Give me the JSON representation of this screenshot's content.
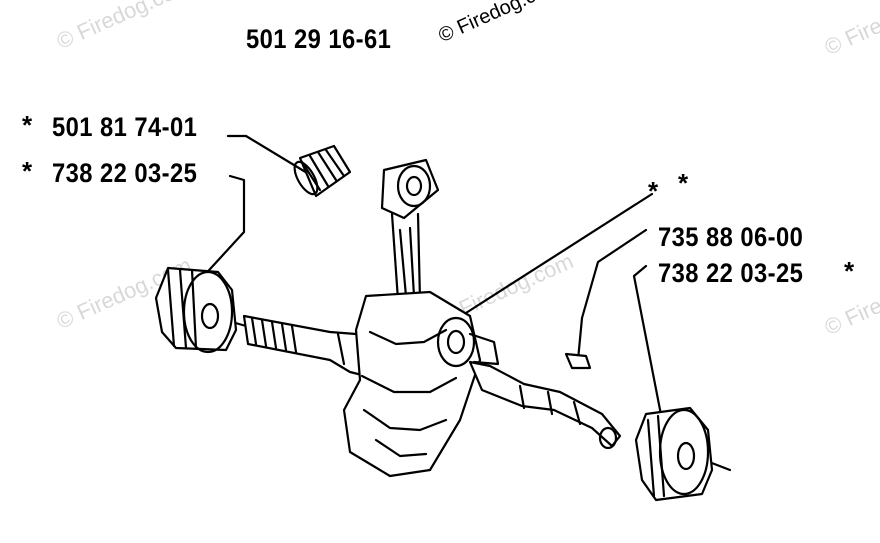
{
  "title": "501 29 16-61",
  "parts": [
    {
      "number": "501 81 74-01",
      "marker": "*"
    },
    {
      "number": "738 22 03-25",
      "marker": "*"
    },
    {
      "number": "735 88 06-00",
      "marker": ""
    },
    {
      "number": "738 22 03-25",
      "marker": "*"
    }
  ],
  "pointer_markers": [
    "*",
    "*"
  ],
  "watermark": "© Firedog.com",
  "colors": {
    "ink": "#000000",
    "watermark": "#d8d8d8",
    "background": "#ffffff"
  }
}
